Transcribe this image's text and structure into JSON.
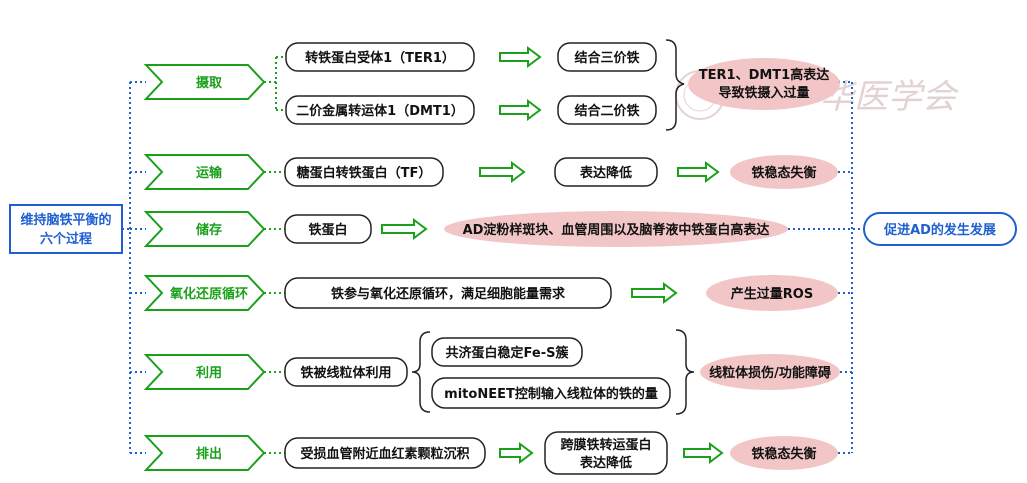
{
  "root": "维持脑铁平衡的\n六个过程",
  "target": "促进AD的发生发展",
  "processes": [
    {
      "name": "摄取"
    },
    {
      "name": "运输"
    },
    {
      "name": "储存"
    },
    {
      "name": "氧化还原循环"
    },
    {
      "name": "利用"
    },
    {
      "name": "排出"
    }
  ],
  "uptake": {
    "items": [
      "转铁蛋白受体1（TER1）",
      "二价金属转运体1（DMT1）"
    ],
    "results": [
      "结合三价铁",
      "结合二价铁"
    ],
    "outcome": [
      "TER1、DMT1高表达",
      "导致铁摄入过量"
    ]
  },
  "transport": {
    "item": "糖蛋白转铁蛋白（TF）",
    "result": "表达降低",
    "outcome": "铁稳态失衡"
  },
  "storage": {
    "item": "铁蛋白",
    "outcome": "AD淀粉样斑块、血管周围以及脑脊液中铁蛋白高表达"
  },
  "redox": {
    "item": "铁参与氧化还原循环，满足细胞能量需求",
    "outcome": "产生过量ROS"
  },
  "utilization": {
    "item": "铁被线粒体利用",
    "subitems": [
      "共济蛋白稳定Fe-S簇",
      "mitoNEET控制输入线粒体的铁的量"
    ],
    "outcome": "线粒体损伤/功能障碍"
  },
  "excretion": {
    "item": "受损血管附近血红素颗粒沉积",
    "result": [
      "跨膜铁转运蛋白",
      "表达降低"
    ],
    "outcome": "铁稳态失衡"
  },
  "watermark": "华医学会",
  "colors": {
    "green": "#1aa01a",
    "blue": "#1f5fd0",
    "pink": "#f2c6c6",
    "pinkText": "#111111",
    "line": "#111111"
  }
}
